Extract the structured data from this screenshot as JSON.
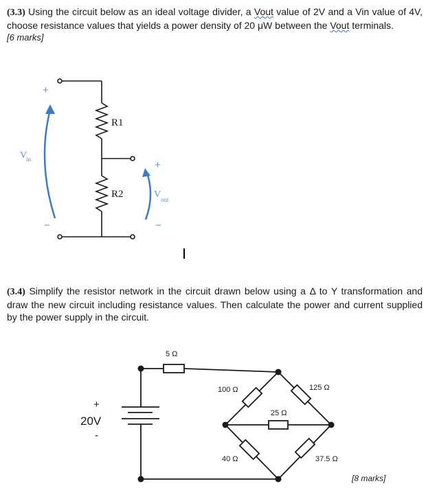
{
  "q33": {
    "number": "(3.3)",
    "text_a": "Using the circuit below as an ideal voltage divider, a ",
    "vout1": "Vout",
    "text_b": " value of 2V and a Vin value of 4V, choose resistance values that yields a power density of 20 μW between the ",
    "vout2": "Vout",
    "text_c": " terminals.",
    "marks": "[6 marks]"
  },
  "divider": {
    "r1": "R1",
    "r2": "R2",
    "vin": "V",
    "vin_sub": "in",
    "vout": "V",
    "vout_sub": "out",
    "plus": "+",
    "minus": "−"
  },
  "q34": {
    "number": "(3.4)",
    "text": "Simplify the resistor network in the circuit drawn below using a Δ to Y transformation and draw the new circuit including resistance values. Then calculate the power and current supplied by the power supply in the circuit.",
    "marks": "[8 marks]"
  },
  "bridge": {
    "r_top": "5 Ω",
    "r_ul": "100 Ω",
    "r_ur": "125 Ω",
    "r_mid": "25 Ω",
    "r_ll": "40 Ω",
    "r_lr": "37.5 Ω",
    "source": "20V",
    "plus": "+",
    "minus": "-"
  },
  "colors": {
    "arrow": "#3b7cc4",
    "wire": "#1a1a1a",
    "spell": "#3d6fd6"
  }
}
